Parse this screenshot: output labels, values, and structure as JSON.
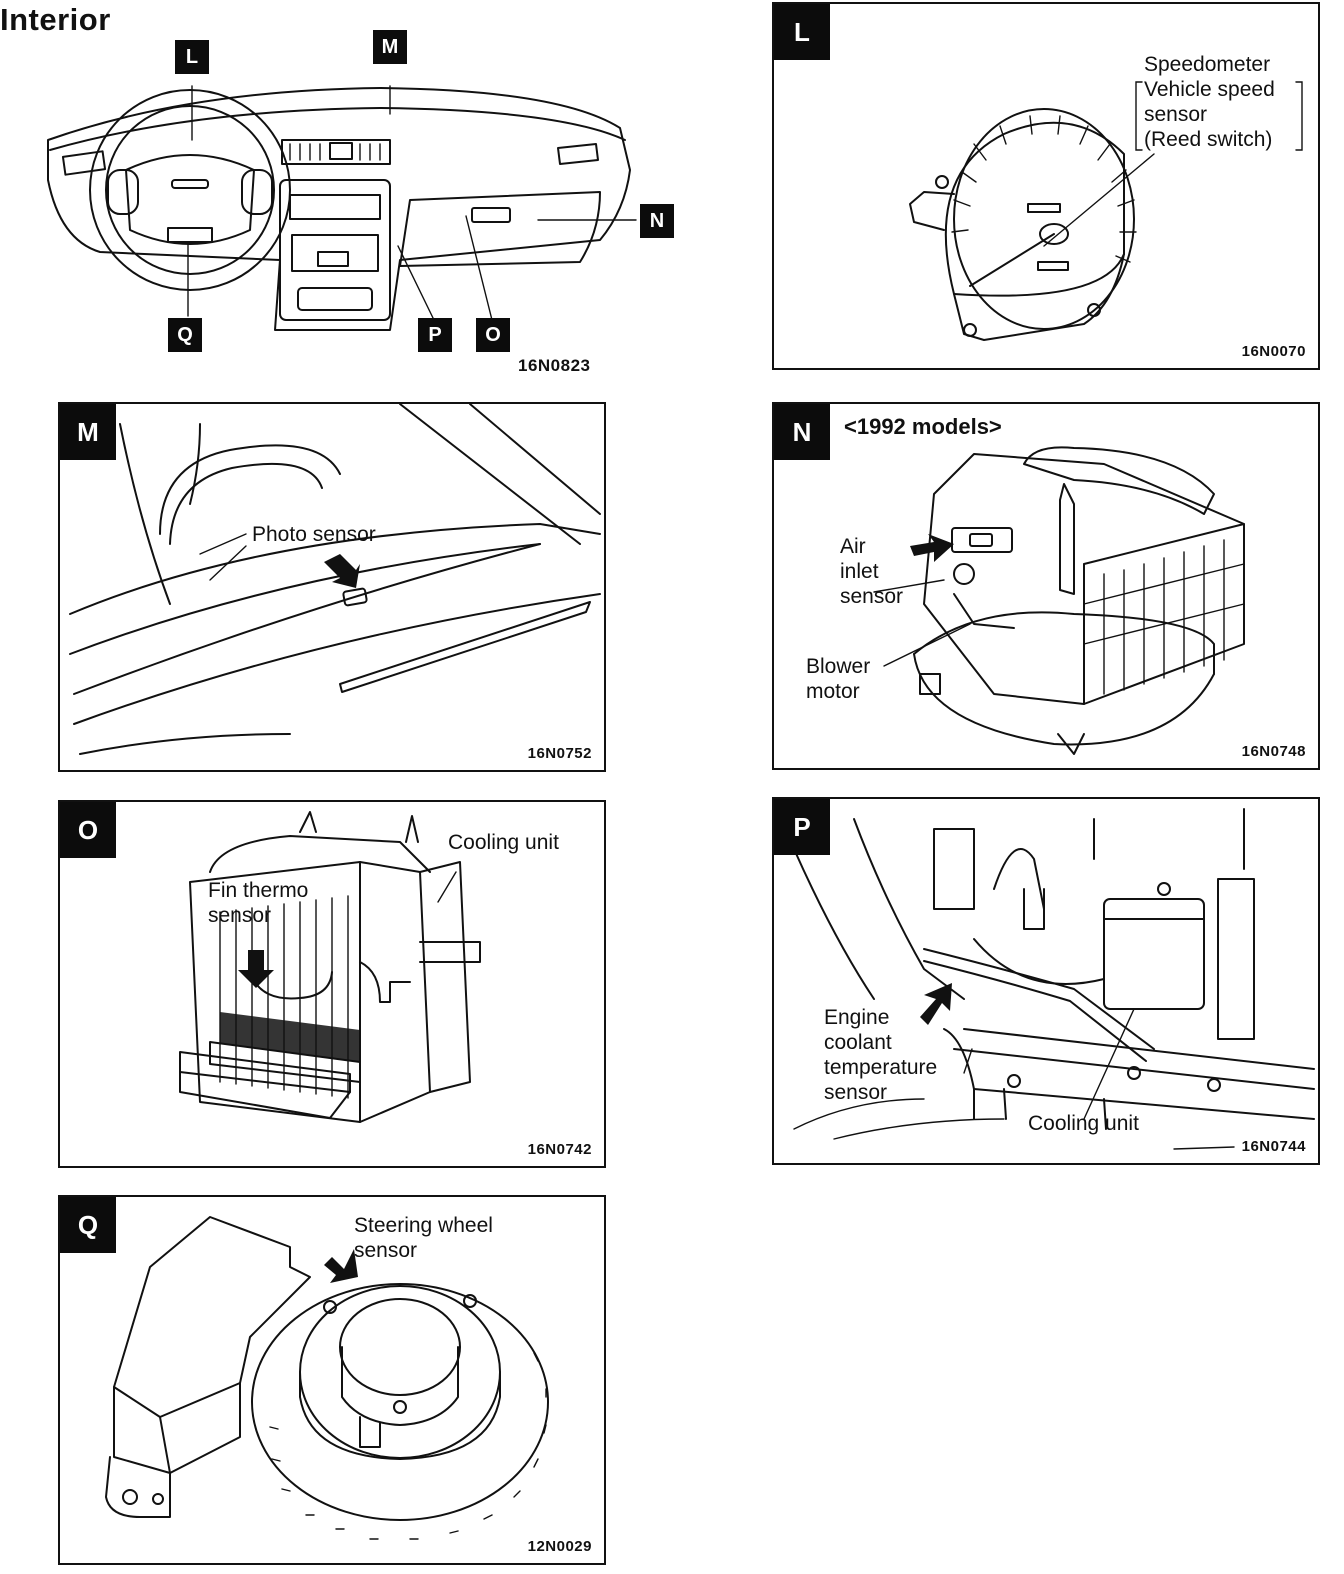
{
  "page": {
    "title": "Interior"
  },
  "overview": {
    "code": "16N0823",
    "tags": {
      "l": "L",
      "m": "M",
      "n": "N",
      "o": "O",
      "p": "P",
      "q": "Q"
    }
  },
  "panels": {
    "l": {
      "tag": "L",
      "code": "16N0070",
      "label_lines": [
        "Speedometer",
        "Vehicle speed",
        "sensor",
        "(Reed switch)"
      ]
    },
    "m": {
      "tag": "M",
      "code": "16N0752",
      "label": "Photo sensor"
    },
    "n": {
      "tag": "N",
      "code": "16N0748",
      "heading": "<1992 models>",
      "air_inlet_lines": [
        "Air",
        "inlet",
        "sensor"
      ],
      "blower_lines": [
        "Blower",
        "motor"
      ]
    },
    "o": {
      "tag": "O",
      "code": "16N0742",
      "cooling_unit": "Cooling unit",
      "fin_lines": [
        "Fin thermo",
        "sensor"
      ]
    },
    "p": {
      "tag": "P",
      "code": "16N0744",
      "cooling_unit": "Cooling unit",
      "engine_lines": [
        "Engine",
        "coolant",
        "temperature",
        "sensor"
      ]
    },
    "q": {
      "tag": "Q",
      "code": "12N0029",
      "sensor_lines": [
        "Steering wheel",
        "sensor"
      ]
    }
  }
}
